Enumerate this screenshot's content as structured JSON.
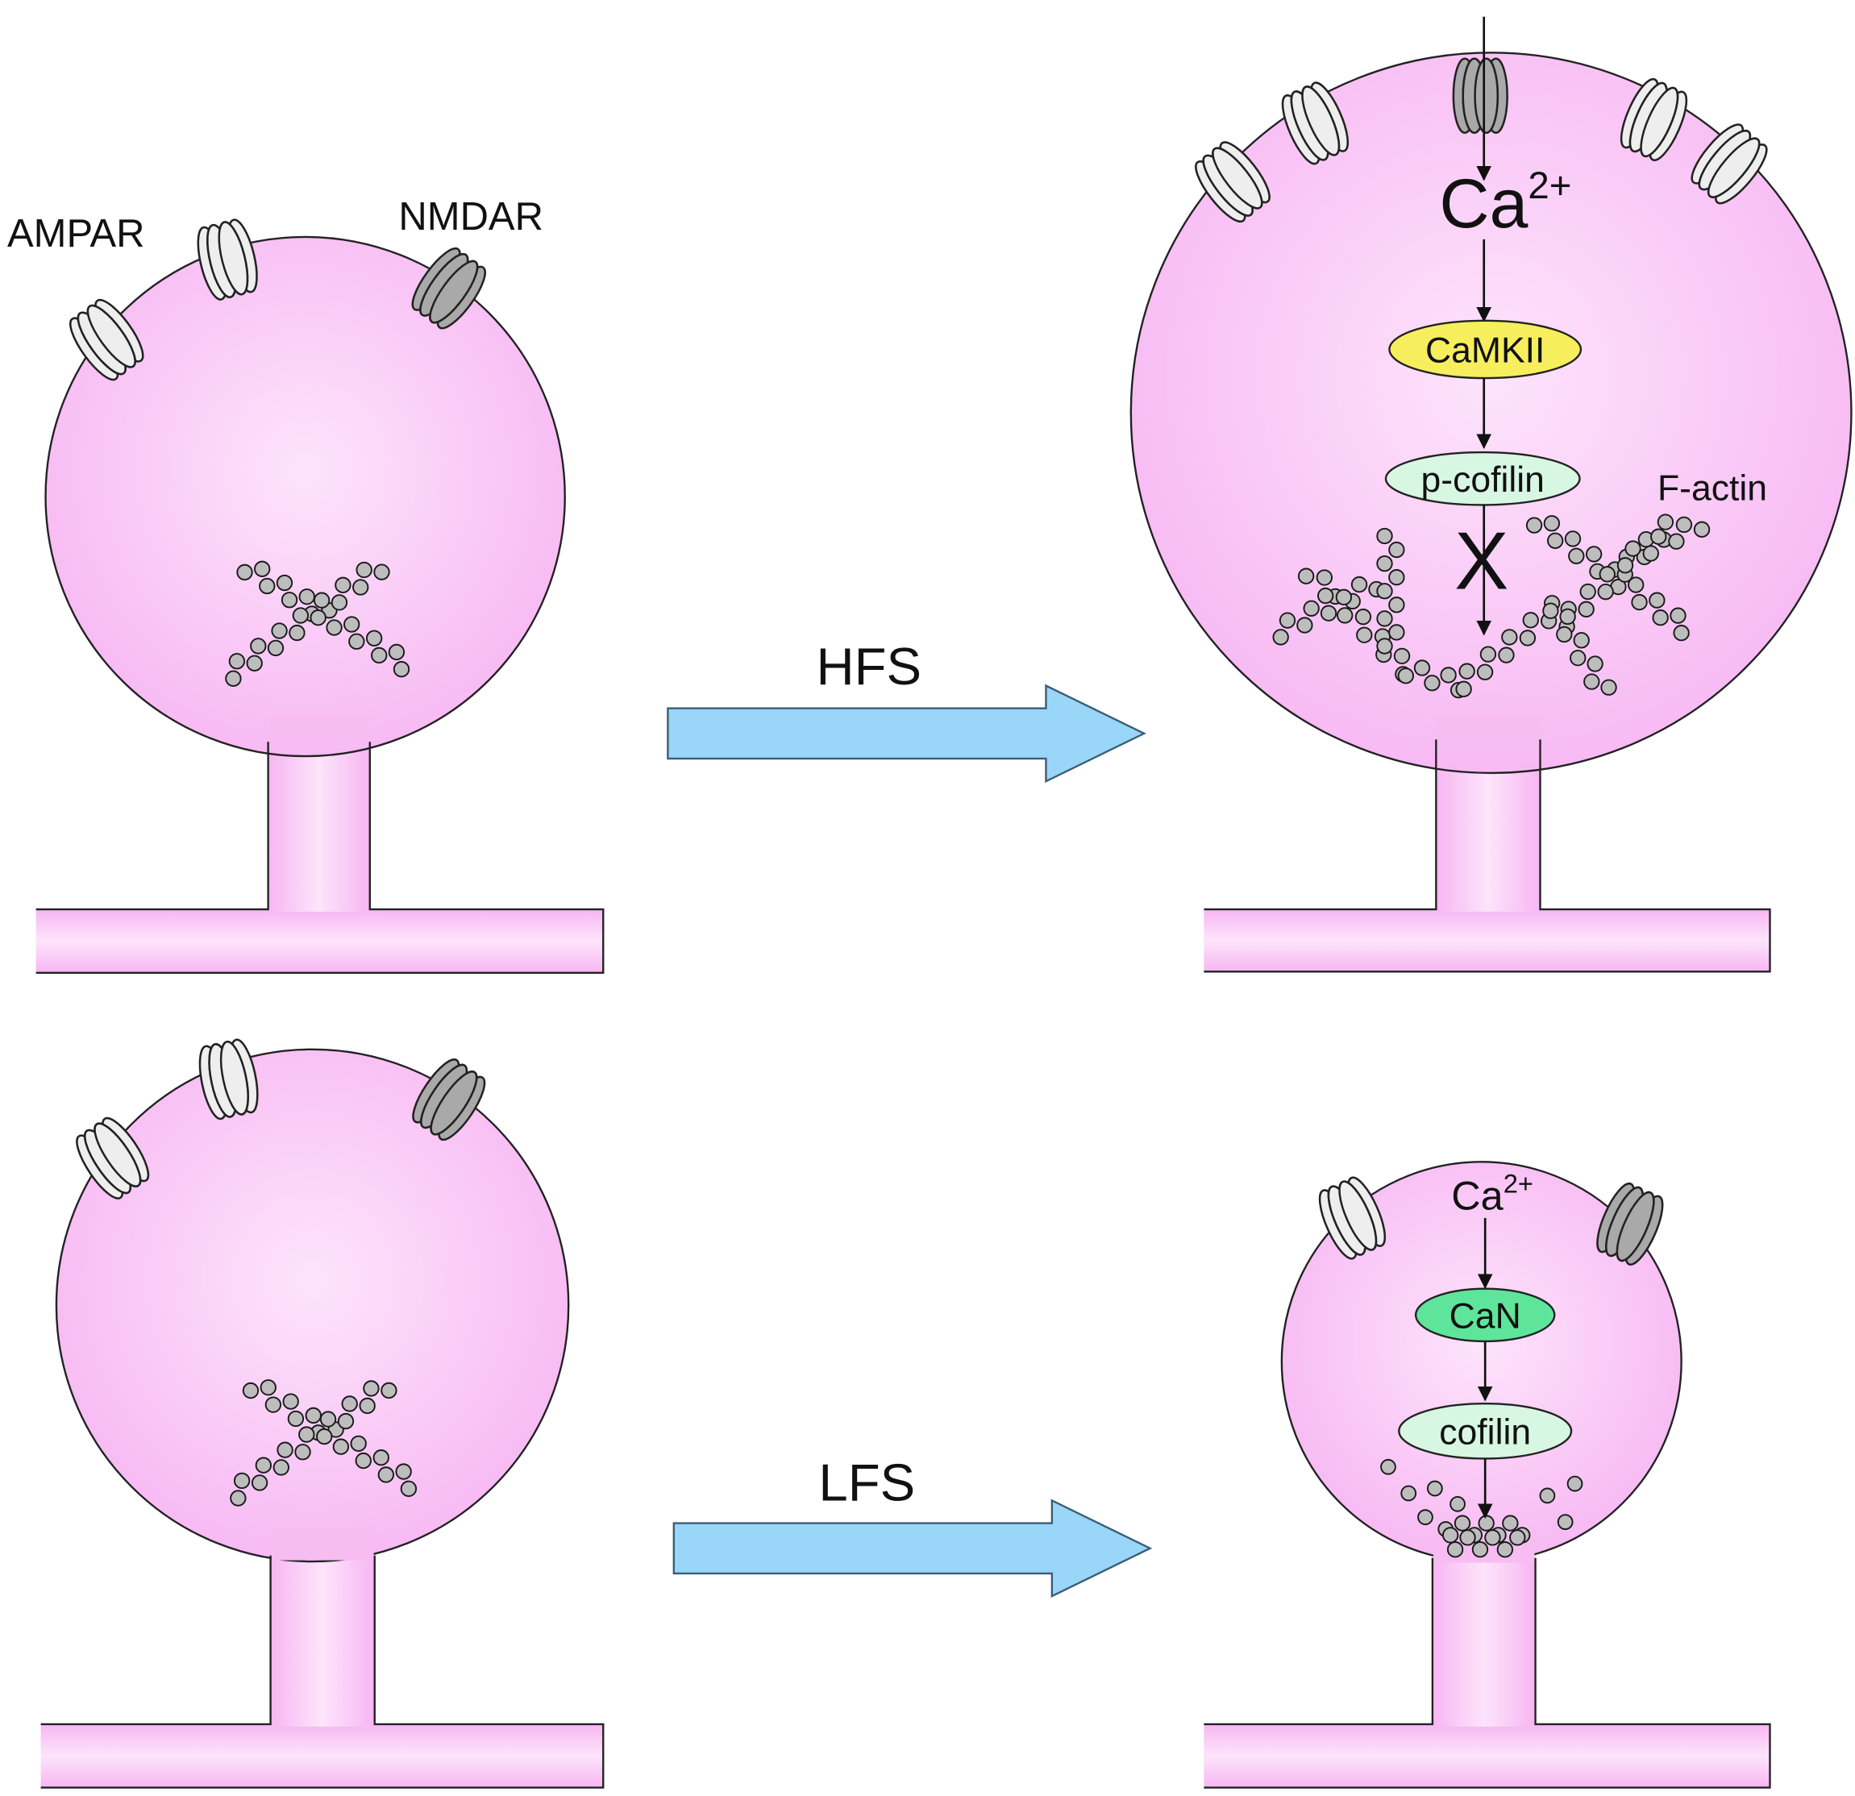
{
  "labels": {
    "ampar": "AMPAR",
    "nmdar": "NMDAR",
    "hfs": "HFS",
    "lfs": "LFS",
    "f_actin": "F-actin",
    "ca_base": "Ca",
    "ca_sup": "2+",
    "camkii": "CaMKII",
    "p_cofilin": "p-cofilin",
    "can": "CaN",
    "cofilin": "cofilin",
    "block_mark": "X"
  },
  "colors": {
    "spine_fill": "#f7b6f3",
    "spine_light": "#fde4fb",
    "outline": "#222222",
    "ampar_fill": "#eeeeee",
    "nmdar_fill": "#a9a9a9",
    "actin_bead": "#bdbdbd",
    "arrow_fill": "#99d6f8",
    "arrow_stroke": "#3a5d77",
    "camkii_fill": "#f7ee5e",
    "p_cofilin_fill": "#d8f7e2",
    "can_fill": "#5fe59b",
    "cofilin_fill": "#d8f7e2"
  },
  "icons": {
    "ampar": "ampar-receptor-icon",
    "nmdar": "nmdar-receptor-icon",
    "actin": "actin-bead-icon",
    "arrow": "stimulus-arrow-icon"
  }
}
